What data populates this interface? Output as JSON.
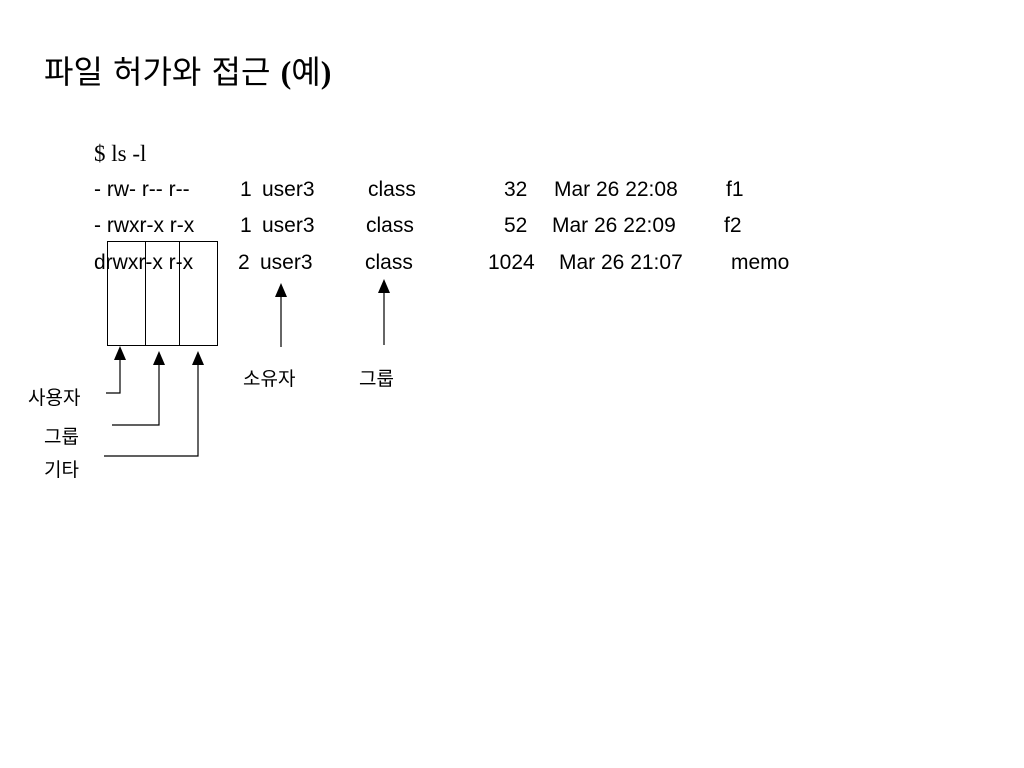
{
  "title": {
    "main": "파일 허가와 접근",
    "paren_open": "(",
    "paren_word": "예",
    "paren_close": ")"
  },
  "command": "$ ls -l",
  "rows": [
    {
      "perms": "- rw- r-- r--",
      "links": "1",
      "owner": "user3",
      "group": "class",
      "size": "32",
      "date": "Mar 26 22:08",
      "name": "f1"
    },
    {
      "perms": "- rwxr-x r-x",
      "links": "1",
      "owner": "user3",
      "group": "class",
      "size": "52",
      "date": "Mar 26 22:09",
      "name": "f2"
    },
    {
      "perms": "drwxr-x r-x",
      "links": "2",
      "owner": "user3",
      "group": "class",
      "size": "1024",
      "date": "Mar 26 21:07",
      "name": "memo"
    }
  ],
  "labels": {
    "owner": "소유자",
    "group_column": "그룹",
    "perm_user": "사용자",
    "perm_group": "그룹",
    "perm_other": "기타"
  }
}
